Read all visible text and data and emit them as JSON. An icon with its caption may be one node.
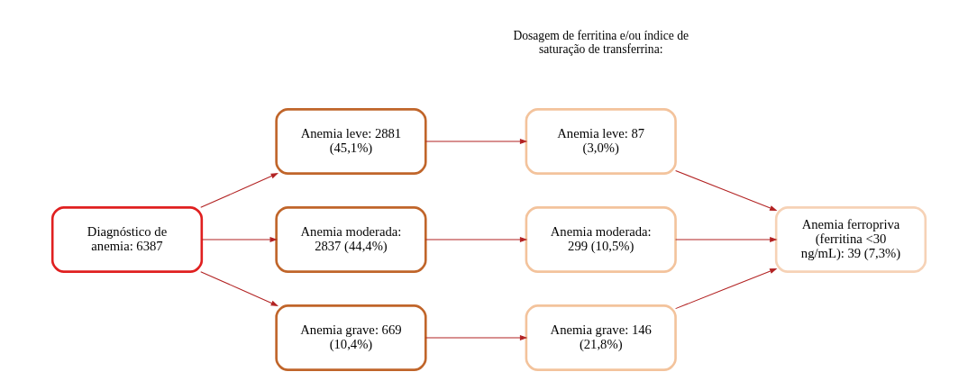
{
  "diagram": {
    "nodes": [
      {
        "text": [
          "Diagnóstico de anemia: 6387"
        ]
      },
      {
        "text": [
          "Anemia leve: 2881 (45,1%)"
        ]
      },
      {
        "text": [
          "Anemia moderada: 2837 (44,4%)"
        ]
      },
      {
        "text": [
          "Anemia grave: 669 (10,4%)"
        ]
      },
      {
        "text": [
          "Anemia leve: 87 (3,0%)"
        ]
      },
      {
        "text": [
          "Anemia moderada: 299 (10,5%)"
        ]
      },
      {
        "text": [
          "Anemia grave: 146 (21,8%)"
        ]
      },
      {
        "text": [
          "Anemia ferropriva (ferritina <30 ng/mL): 39 (7,3%)"
        ]
      }
    ],
    "edges": [
      {
        "from": 0,
        "to": 1,
        "arrow": "to"
      },
      {
        "from": 0,
        "to": 2,
        "arrow": "to"
      },
      {
        "from": 0,
        "to": 3,
        "arrow": "to"
      },
      {
        "from": 1,
        "to": 4,
        "arrow": "to"
      },
      {
        "from": 2,
        "to": 5,
        "arrow": "to"
      },
      {
        "from": 3,
        "to": 6,
        "arrow": "to"
      },
      {
        "from": 4,
        "to": 7,
        "arrow": "to"
      },
      {
        "from": 5,
        "to": 7,
        "arrow": "to"
      },
      {
        "from": 6,
        "to": 7,
        "arrow": "to"
      }
    ],
    "labels": [
      "Dosagem de ferritina e/ou índice de saturação de transferrina:"
    ]
  }
}
